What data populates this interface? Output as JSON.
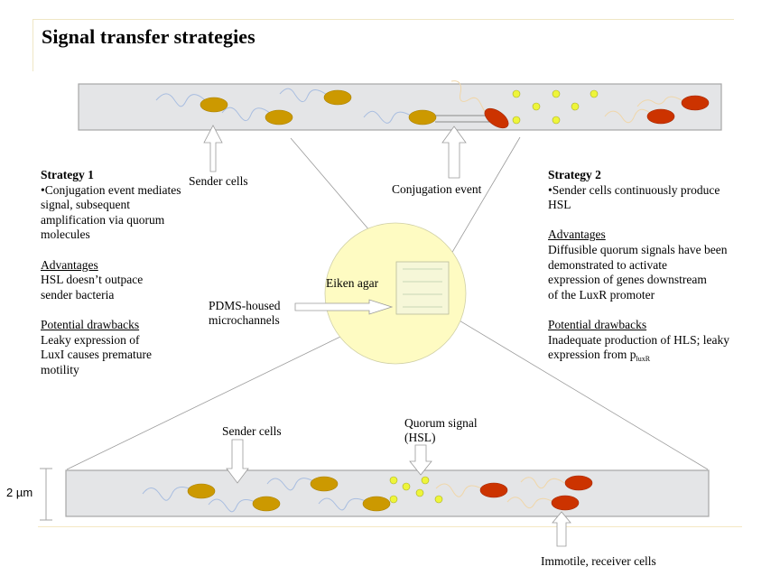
{
  "title": "Signal transfer strategies",
  "colors": {
    "channel_fill": "#e4e5e7",
    "channel_stroke": "#a6a6a6",
    "sender_cell": "#cc9900",
    "receiver_cell": "#cc3300",
    "quorum_molecule": "#eef53a",
    "agar": "#fefbc2",
    "rule": "#efe6c4",
    "flagellum_sender": "#a8bde0",
    "flagellum_receiver": "#f0d6a8"
  },
  "strategy1": {
    "heading": "Strategy 1",
    "description_lines": [
      "•Conjugation event mediates",
      "signal, subsequent",
      "amplification via quorum",
      "molecules"
    ],
    "advantages_heading": "Advantages",
    "advantages_lines": [
      "HSL doesn’t outpace",
      "sender bacteria"
    ],
    "drawbacks_heading": "Potential drawbacks",
    "drawbacks_lines": [
      "Leaky expression of",
      "LuxI causes premature",
      "motility"
    ]
  },
  "strategy2": {
    "heading": "Strategy 2",
    "description_lines": [
      "•Sender cells continuously produce",
      "HSL"
    ],
    "advantages_heading": "Advantages",
    "advantages_lines": [
      "Diffusible quorum signals have been",
      "demonstrated to activate",
      "expression of genes downstream",
      "of the LuxR promoter"
    ],
    "drawbacks_heading": "Potential drawbacks",
    "drawbacks_line1": "Inadequate production of HLS; leaky",
    "drawbacks_line2_prefix": "expression from p",
    "drawbacks_line2_subscript": "luxR"
  },
  "labels": {
    "top_sender_cells": "Sender cells",
    "conjugation_event": "Conjugation event",
    "eiken_agar": "Eiken agar",
    "pdms_line1": "PDMS-housed",
    "pdms_line2": "microchannels",
    "bottom_sender_cells": "Sender cells",
    "quorum_line1": "Quorum signal",
    "quorum_line2": "(HSL)",
    "receiver_cells": "Immotile, receiver cells",
    "scale": "2 µm"
  },
  "icons": {
    "arrow": "block-arrow-icon",
    "sender": "sender-cell-icon",
    "receiver": "receiver-cell-icon",
    "molecule": "quorum-molecule-icon"
  }
}
